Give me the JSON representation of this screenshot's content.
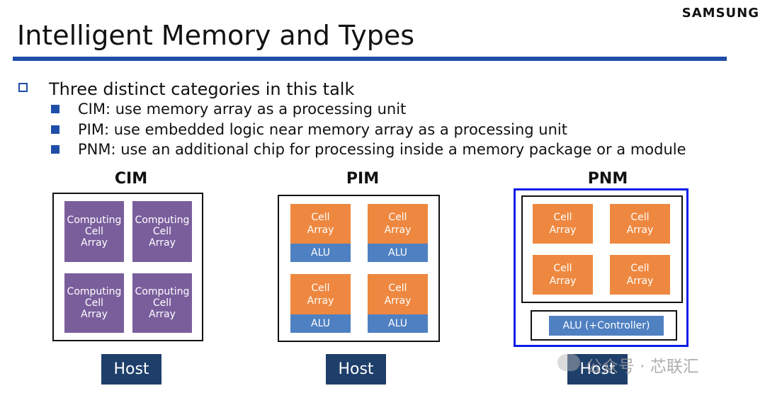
{
  "header": {
    "logo": "SAMSUNG",
    "title": "Intelligent Memory and Types"
  },
  "bullets": {
    "main": "Three distinct categories in this talk",
    "items": [
      "CIM: use memory array as a processing unit",
      "PIM: use embedded logic near memory array as a processing unit",
      "PNM: use an additional chip for processing inside a memory package or a module"
    ]
  },
  "cim": {
    "title": "CIM",
    "cells": [
      [
        "Computing",
        "Cell",
        "Array"
      ],
      [
        "Computing",
        "Cell",
        "Array"
      ],
      [
        "Computing",
        "Cell",
        "Array"
      ],
      [
        "Computing",
        "Cell",
        "Array"
      ]
    ],
    "host": "Host"
  },
  "pim": {
    "title": "PIM",
    "cells": [
      {
        "line1": "Cell",
        "line2": "Array",
        "alu": "ALU"
      },
      {
        "line1": "Cell",
        "line2": "Array",
        "alu": "ALU"
      },
      {
        "line1": "Cell",
        "line2": "Array",
        "alu": "ALU"
      },
      {
        "line1": "Cell",
        "line2": "Array",
        "alu": "ALU"
      }
    ],
    "host": "Host"
  },
  "pnm": {
    "title": "PNM",
    "cells": [
      {
        "line1": "Cell",
        "line2": "Array"
      },
      {
        "line1": "Cell",
        "line2": "Array"
      },
      {
        "line1": "Cell",
        "line2": "Array"
      },
      {
        "line1": "Cell",
        "line2": "Array"
      }
    ],
    "controller": "ALU (+Controller)",
    "host": "Host"
  },
  "watermark": "公众号 · 芯联汇",
  "colors": {
    "rule_blue": "#1f4ea8",
    "purple_cell": "#7a5e9c",
    "orange_cell": "#ee8840",
    "alu_blue": "#4f80c1",
    "host_navy": "#1f3f6b",
    "pnm_highlight": "#0a1ee8"
  }
}
